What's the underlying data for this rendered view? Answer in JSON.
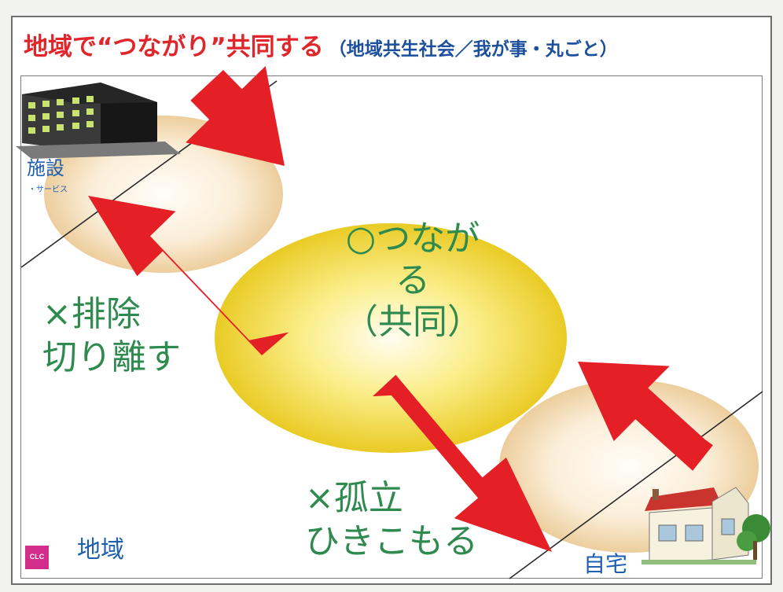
{
  "title": {
    "main": "地域で“つながり”共同する",
    "sub": "（地域共生社会／我が事・丸ごと）"
  },
  "labels": {
    "facility": "施設",
    "facility_sub": "・サービス",
    "connect_line1": "○つながる",
    "connect_line2": "（共同）",
    "exclude_line1": "×排除",
    "exclude_line2": "切り離す",
    "isolate_line1": "×孤立",
    "isolate_line2": "ひきこもる",
    "community": "地域",
    "home": "自宅",
    "logo_text": "CLC"
  },
  "colors": {
    "title_red": "#e0262a",
    "subtitle_blue": "#1c4f9c",
    "label_green": "#2e8a4e",
    "label_blue": "#1f5fb0",
    "arrow_red": "#e41f26",
    "center_yellow": "#f3d21c",
    "side_oval": "#f3d6a6"
  },
  "icons": [
    "building-icon",
    "house-icon",
    "logo-icon"
  ]
}
